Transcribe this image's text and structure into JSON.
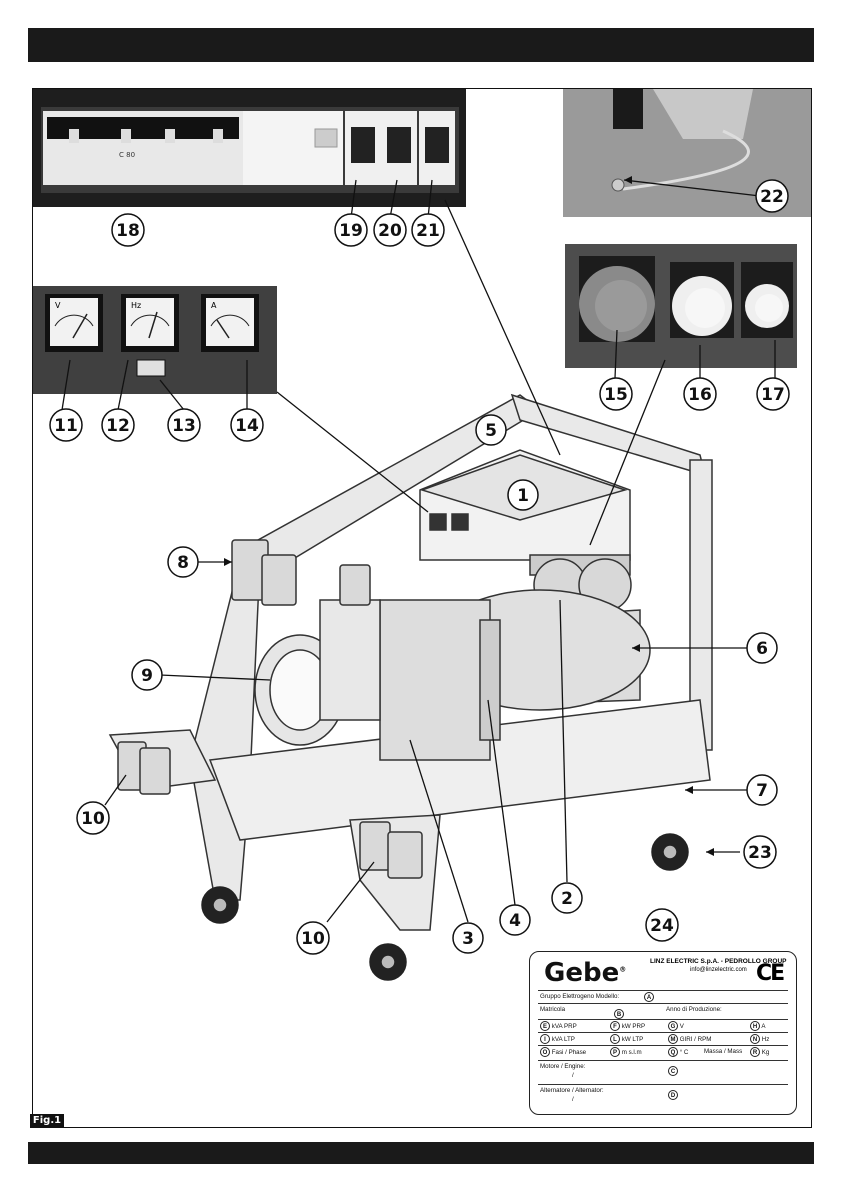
{
  "figure_label": "Fig.1",
  "callouts": [
    "1",
    "2",
    "3",
    "4",
    "5",
    "6",
    "7",
    "8",
    "9",
    "10",
    "10",
    "11",
    "12",
    "13",
    "14",
    "15",
    "16",
    "17",
    "18",
    "19",
    "20",
    "21",
    "22",
    "23",
    "24"
  ],
  "meters": {
    "volt": "V",
    "hertz": "Hz",
    "amp": "A"
  },
  "breaker_text": "C 80",
  "nameplate": {
    "brand": "Gebe",
    "reg_mark": "®",
    "company": "LINZ ELECTRIC S.p.A. - PEDROLLO GROUP",
    "email": "info@linzelectric.com",
    "ce_mark": "CE",
    "model_label": "Gruppo Elettrogeno Modello:",
    "model_code": "A",
    "serial_label": "Matricola",
    "serial_code": "B",
    "year_label": "Anno di Produzione:",
    "row1": [
      {
        "code": "E",
        "text": "kVA PRP"
      },
      {
        "code": "F",
        "text": "kW PRP"
      },
      {
        "code": "G",
        "text": "V"
      },
      {
        "code": "H",
        "text": "A"
      }
    ],
    "row2": [
      {
        "code": "I",
        "text": "kVA LTP"
      },
      {
        "code": "L",
        "text": "kW LTP"
      },
      {
        "code": "M",
        "text": "GIRI / RPM"
      },
      {
        "code": "N",
        "text": "Hz"
      }
    ],
    "row3": [
      {
        "code": "O",
        "text": "Fasi / Phase"
      },
      {
        "code": "P",
        "text": "m s.l.m"
      },
      {
        "code": "Q",
        "text": "° C"
      },
      {
        "code": "R",
        "text": "Kg"
      }
    ],
    "mass_label": "Massa / Mass",
    "engine_label": "Motore / Engine:",
    "engine_code": "C",
    "alternator_label": "Alternatore / Alternator:",
    "alternator_code": "D",
    "slash": "/"
  }
}
